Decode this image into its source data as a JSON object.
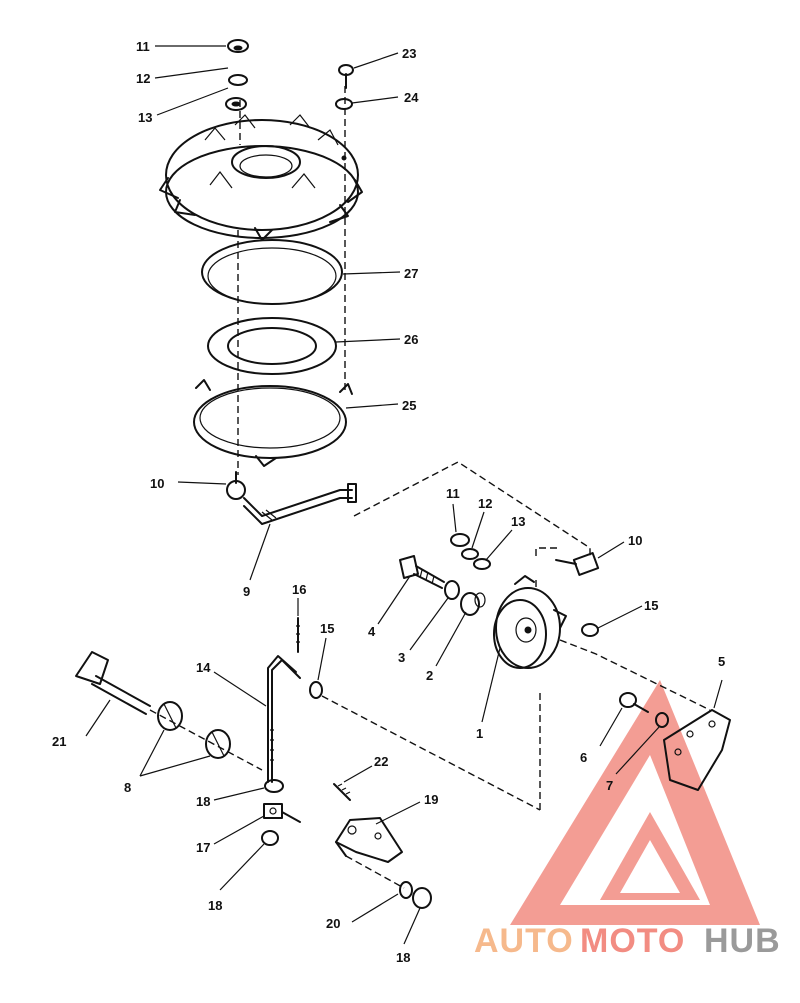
{
  "callouts": {
    "c11a": "11",
    "c12a": "12",
    "c13a": "13",
    "c23": "23",
    "c24": "24",
    "c27": "27",
    "c26": "26",
    "c25": "25",
    "c10a": "10",
    "c9": "9",
    "c11b": "11",
    "c12b": "12",
    "c13b": "13",
    "c10b": "10",
    "c4": "4",
    "c3": "3",
    "c2": "2",
    "c1": "1",
    "c15b": "15",
    "c16": "16",
    "c15a": "15",
    "c14": "14",
    "c21": "21",
    "c8": "8",
    "c18a": "18",
    "c17": "17",
    "c18b": "18",
    "c22": "22",
    "c19": "19",
    "c20": "20",
    "c18c": "18",
    "c5": "5",
    "c6": "6",
    "c7": "7"
  },
  "watermark": {
    "part1": "AUTO",
    "part2": "MOTO",
    "part3": "HUB",
    "color_primary": "#f28c82",
    "color_secondary": "#f6b98c",
    "color_tertiary": "#9a9a9a"
  }
}
